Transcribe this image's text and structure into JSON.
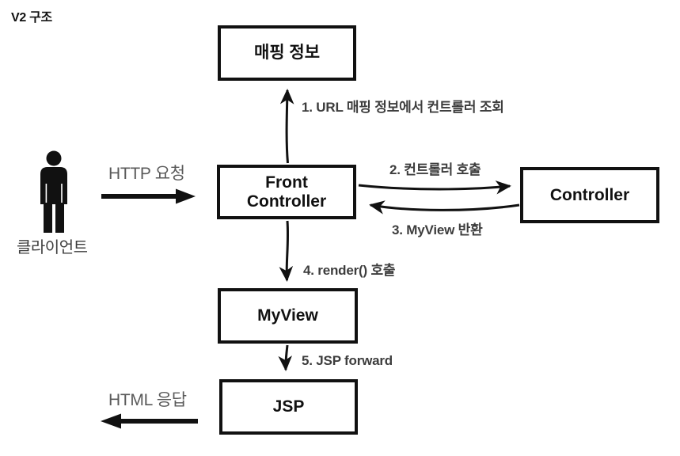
{
  "title": "V2 구조",
  "client": {
    "label": "클라이언트"
  },
  "boxes": {
    "mapping_info": "매핑 정보",
    "front_controller_line1": "Front",
    "front_controller_line2": "Controller",
    "controller": "Controller",
    "my_view": "MyView",
    "jsp": "JSP"
  },
  "arrows": {
    "http_request": "HTTP 요청",
    "step_1": "1. URL 매핑 정보에서 컨트롤러 조회",
    "step_2": "2. 컨트롤러 호출",
    "step_3": "3. MyView 반환",
    "step_4": "4. render() 호출",
    "step_5": "5. JSP forward",
    "html_response": "HTML 응답"
  },
  "colors": {
    "box_border": "#111111",
    "box_text": "#111111",
    "arrow": "#111111",
    "step_label": "#3d3d3d",
    "io_label": "#5a5a5a"
  }
}
